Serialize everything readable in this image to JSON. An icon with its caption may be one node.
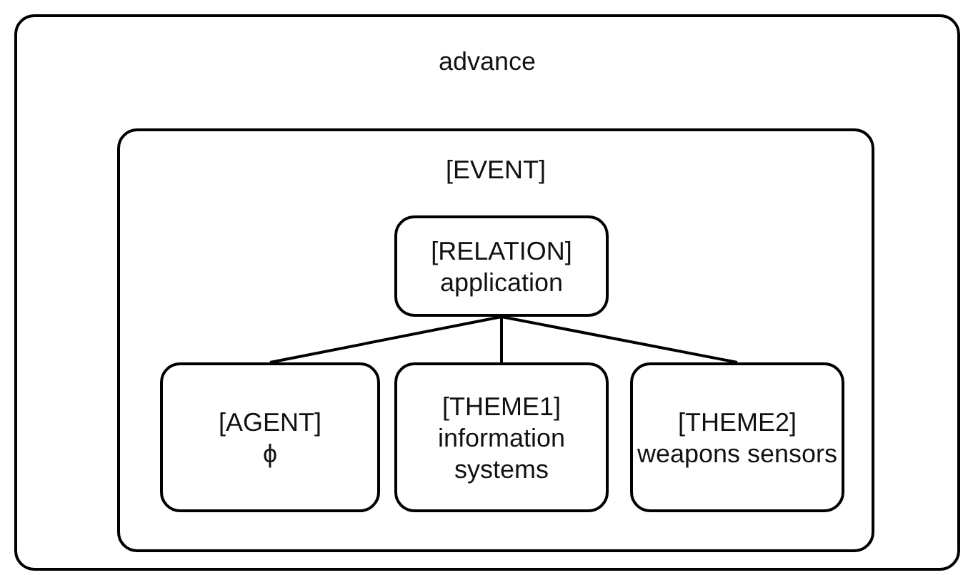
{
  "diagram": {
    "nodes": [
      {
        "text": [
          "advance"
        ]
      },
      {
        "text": [
          "[EVENT]"
        ],
        "in": 0
      },
      {
        "text": [
          "[RELATION]",
          "application"
        ],
        "in": 1
      },
      {
        "text": [
          "[AGENT]",
          "ϕ"
        ],
        "in": 1
      },
      {
        "text": [
          "[THEME1]",
          "information systems"
        ],
        "in": 1
      },
      {
        "text": [
          "[THEME2]",
          "weapons sensors"
        ],
        "in": 1
      }
    ],
    "edges": [
      {
        "from": 2,
        "to": 3,
        "arrow": "none"
      },
      {
        "from": 2,
        "to": 4,
        "arrow": "none"
      },
      {
        "from": 2,
        "to": 5,
        "arrow": "none"
      }
    ]
  }
}
